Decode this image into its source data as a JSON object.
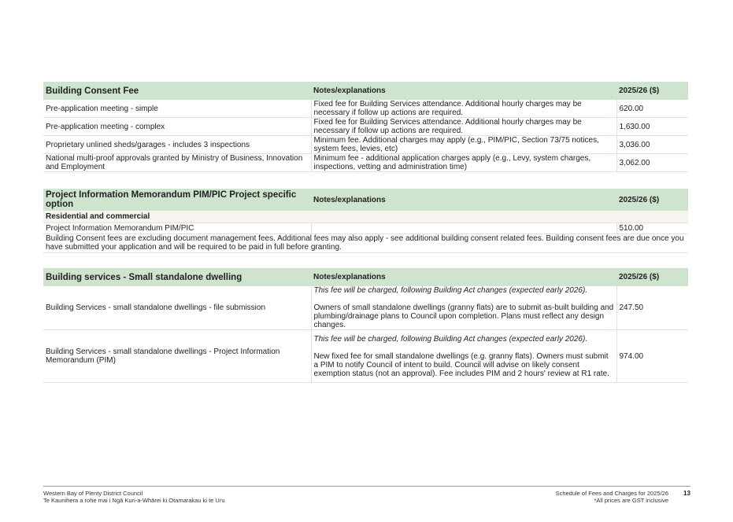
{
  "tables": [
    {
      "header": {
        "title": "Building Consent Fee",
        "notes": "Notes/explanations",
        "fee": "2025/26 ($)"
      },
      "rows": [
        {
          "item": "Pre-application meeting - simple",
          "notes": "Fixed fee for Building Services attendance. Additional hourly charges may be necessary if follow up actions are required.",
          "fee": "620.00"
        },
        {
          "item": "Pre-application meeting - complex",
          "notes": "Fixed fee for Building Services attendance. Additional hourly charges may be necessary if follow up actions are required.",
          "fee": "1,630.00"
        },
        {
          "item": "Proprietary unlined sheds/garages - includes 3 inspections",
          "notes": "Minimum fee. Additional charges may apply (e.g., PIM/PIC, Section 73/75 notices, system fees, levies, etc)",
          "fee": "3,036.00"
        },
        {
          "item": "National multi-proof approvals granted by Ministry of Business, Innovation and Employment",
          "notes": "Minimum fee - additional application charges apply (e.g., Levy, system charges, inspections, vetting and administration time)",
          "fee": "3,062.00"
        }
      ]
    },
    {
      "header": {
        "title": "Project Information Memorandum PIM/PIC Project specific option",
        "notes": "Notes/explanations",
        "fee": "2025/26 ($)"
      },
      "subheader": "Residential and commercial",
      "rows": [
        {
          "item": "Project Information Memorandum PIM/PIC",
          "notes": "",
          "fee": "510.00"
        }
      ],
      "note": "Building Consent fees are excluding document management fees. Additional fees may also apply - see additional building consent related fees. Building consent fees are due once you have submitted your application and will be required to be paid in full before granting."
    },
    {
      "header": {
        "title": "Building services - Small standalone dwelling",
        "notes": "Notes/explanations",
        "fee": "2025/26 ($)"
      },
      "rows": [
        {
          "item": "Building Services - small standalone dwellings - file submission",
          "notes_italic": "This fee will be charged, following Building Act changes (expected early 2026).",
          "notes": "Owners of small standalone dwellings (granny flats) are to submit as-built building and plumbing/drainage plans to Council upon completion. Plans must reflect any design changes.",
          "fee": "247.50"
        },
        {
          "item": "Building Services - small standalone dwellings - Project Information Memorandum (PIM)",
          "notes_italic": "This fee will be charged, following Building Act changes (expected early 2026).",
          "notes": "New fixed fee for small standalone dwellings (e.g. granny flats). Owners must submit a PIM to notify Council of intent to build. Council will advise on likely consent exemption status (not an approval). Fee includes PIM and 2 hours' review at R1 rate.",
          "fee": "974.00"
        }
      ]
    }
  ],
  "footer": {
    "org_en": "Western Bay of Plenty District Council",
    "org_mi": "Te Kaunihera a rohe mai i Ngā Kuri-a-Whārei ki Otamarakau ki te Uru",
    "doc_title": "Schedule of Fees and Charges for 2025/26",
    "gst_note": "*All prices are GST inclusive",
    "page": "13"
  }
}
